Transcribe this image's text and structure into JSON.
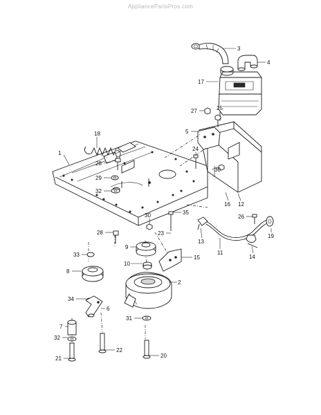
{
  "watermark": "AppliancePartsPros.com",
  "callouts": [
    {
      "id": "c1",
      "label": "1"
    },
    {
      "id": "c2",
      "label": "2"
    },
    {
      "id": "c3",
      "label": "3"
    },
    {
      "id": "c4",
      "label": "4"
    },
    {
      "id": "c5",
      "label": "5"
    },
    {
      "id": "c6",
      "label": "6"
    },
    {
      "id": "c7",
      "label": "7"
    },
    {
      "id": "c8",
      "label": "8"
    },
    {
      "id": "c9",
      "label": "9"
    },
    {
      "id": "c10",
      "label": "10"
    },
    {
      "id": "c11",
      "label": "11"
    },
    {
      "id": "c12",
      "label": "12"
    },
    {
      "id": "c13",
      "label": "13"
    },
    {
      "id": "c14",
      "label": "14"
    },
    {
      "id": "c15",
      "label": "15"
    },
    {
      "id": "c16",
      "label": "16"
    },
    {
      "id": "c17",
      "label": "17"
    },
    {
      "id": "c18",
      "label": "18"
    },
    {
      "id": "c19",
      "label": "19"
    },
    {
      "id": "c20",
      "label": "20"
    },
    {
      "id": "c21",
      "label": "21"
    },
    {
      "id": "c22",
      "label": "22"
    },
    {
      "id": "c23",
      "label": "23"
    },
    {
      "id": "c24",
      "label": "24"
    },
    {
      "id": "c25",
      "label": "25"
    },
    {
      "id": "c26",
      "label": "26"
    },
    {
      "id": "c27",
      "label": "27"
    },
    {
      "id": "c28a",
      "label": "28"
    },
    {
      "id": "c28b",
      "label": "28"
    },
    {
      "id": "c29",
      "label": "29"
    },
    {
      "id": "c30a",
      "label": "30"
    },
    {
      "id": "c30b",
      "label": "30"
    },
    {
      "id": "c31",
      "label": "31"
    },
    {
      "id": "c32a",
      "label": "32"
    },
    {
      "id": "c32b",
      "label": "32"
    },
    {
      "id": "c33",
      "label": "33"
    },
    {
      "id": "c34",
      "label": "34"
    },
    {
      "id": "c35",
      "label": "35"
    }
  ]
}
